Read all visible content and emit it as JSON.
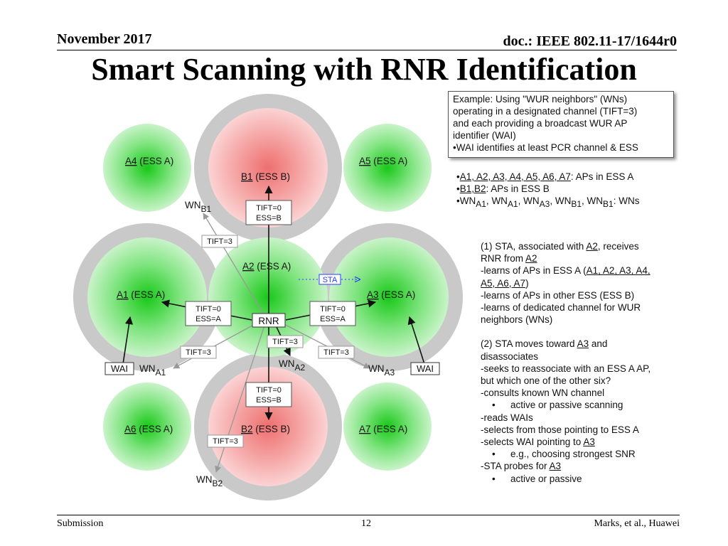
{
  "header": {
    "date": "November 2017",
    "doc": "doc.: IEEE 802.11-17/1644r0",
    "title": "Smart Scanning with RNR Identification"
  },
  "footer": {
    "left": "Submission",
    "page": "12",
    "right": "Marks, et al., Huawei"
  },
  "colors": {
    "ess_a_fill": "#22d622",
    "ess_b_fill": "#f49a9a",
    "coverage_ring": "#c8c8c8",
    "sta_box": "#2a3cff"
  },
  "diagram": {
    "aps": {
      "a4": "A4",
      "a5": "A5",
      "b1": "B1",
      "a2": "A2",
      "a1": "A1",
      "a3": "A3",
      "a6": "A6",
      "b2": "B2",
      "a7": "A7",
      "ess_a_suffix": " (ESS A)",
      "ess_b_suffix": " (ESS B)"
    },
    "boxes": {
      "tift0_essb": [
        "TIFT=0",
        "ESS=B"
      ],
      "tift0_essa": [
        "TIFT=0",
        "ESS=A"
      ],
      "tift3": "TIFT=3",
      "rnr": "RNR",
      "sta": "STA",
      "wai": "WAI"
    },
    "wn_labels": {
      "wn": "WN",
      "b1": "B1",
      "b2": "B2",
      "a1": "A1",
      "a2": "A2",
      "a3": "A3"
    }
  },
  "example_box": {
    "lines": [
      "Example: Using \"WUR neighbors\" (WNs)",
      "operating in a designated channel (TIFT=3)",
      "and each providing a broadcast WUR AP",
      "identifier (WAI)",
      "•WAI identifies at least PCR channel & ESS"
    ]
  },
  "legend": {
    "line1_prefix": "•",
    "line1_aps": "A1, A2, A3, A4, A5, A6, A7",
    "line1_suffix": ": APs in ESS A",
    "line2_prefix": "•",
    "line2_aps": "B1,B2",
    "line2_suffix": ": APs in ESS B",
    "line3_prefix": "•",
    "line3_wns": [
      {
        "wn": "WN",
        "sub": "A1",
        "sep": ", "
      },
      {
        "wn": "WN",
        "sub": "A1",
        "sep": ", "
      },
      {
        "wn": "WN",
        "sub": "A3",
        "sep": ", "
      },
      {
        "wn": "WN",
        "sub": "B1",
        "sep": ", "
      },
      {
        "wn": "WN",
        "sub": "B1",
        "sep": ": "
      }
    ],
    "line3_suffix": "WNs"
  },
  "steps": {
    "s1_l1_a": "(1) STA, associated with ",
    "s1_l1_b": "A2",
    "s1_l1_c": ", receives",
    "s1_l2_a": "RNR from ",
    "s1_l2_b": "A2",
    "s1_l3_a": "-learns of APs in ESS A (",
    "s1_l3_b": "A1, A2, A3, A4,",
    "s1_l4_a": "A5, A6, A7",
    "s1_l4_b": ")",
    "s1_l5": "-learns of APs in other ESS (ESS B)",
    "s1_l6": "-learns of dedicated channel for WUR",
    "s1_l7": "neighbors (WNs)",
    "s2_l1_a": "(2) STA moves toward ",
    "s2_l1_b": "A3",
    "s2_l1_c": " and",
    "s2_l2": "disassociates",
    "s2_l3": "-seeks to reassociate with an ESS A AP,",
    "s2_l4": "but which one of the other six?",
    "s2_l5": "-consults known WN channel",
    "s2_l6_bullet": "•",
    "s2_l6": "active or passive scanning",
    "s2_l7": "-reads WAIs",
    "s2_l8": "-selects from those pointing to ESS A",
    "s2_l9_a": "-selects WAI pointing to ",
    "s2_l9_b": "A3",
    "s2_l10_bullet": "•",
    "s2_l10_a": "e.g., choosing strongest SNR",
    "s2_l11_a": "-STA probes for ",
    "s2_l11_b": "A3",
    "s2_l12_bullet": "•",
    "s2_l12": "active or passive"
  }
}
